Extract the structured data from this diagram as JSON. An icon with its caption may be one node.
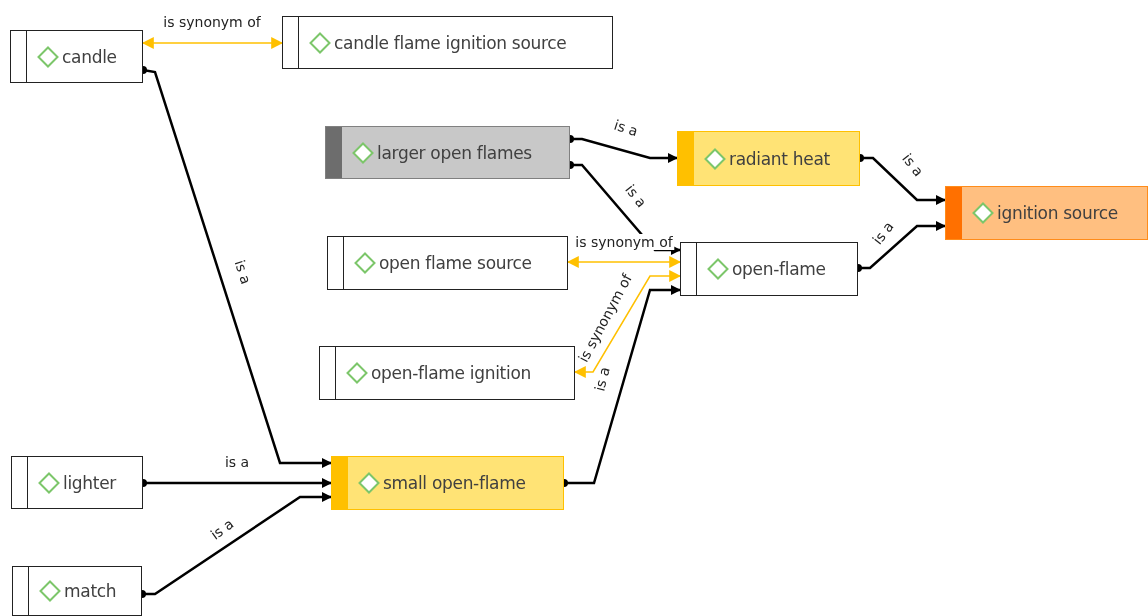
{
  "diagram": {
    "nodes": [
      {
        "text": [
          "candle"
        ]
      },
      {
        "text": [
          "candle flame ignition source"
        ]
      },
      {
        "text": [
          "larger open flames"
        ]
      },
      {
        "text": [
          "radiant heat"
        ]
      },
      {
        "text": [
          "ignition source"
        ]
      },
      {
        "text": [
          "open flame source"
        ]
      },
      {
        "text": [
          "open-flame"
        ]
      },
      {
        "text": [
          "open-flame ignition"
        ]
      },
      {
        "text": [
          "lighter"
        ]
      },
      {
        "text": [
          "small open-flame"
        ]
      },
      {
        "text": [
          "match"
        ]
      }
    ],
    "edges": [
      {
        "from": 0,
        "to": 9,
        "arrow": "to",
        "label": "is a"
      },
      {
        "from": 0,
        "to": 1,
        "arrow": "both",
        "label": "is synonym of",
        "color": "#ffc000"
      },
      {
        "from": 2,
        "to": 3,
        "arrow": "to",
        "label": "is a"
      },
      {
        "from": 2,
        "to": 6,
        "arrow": "to",
        "label": "is a"
      },
      {
        "from": 3,
        "to": 4,
        "arrow": "to",
        "label": "is a"
      },
      {
        "from": 6,
        "to": 4,
        "arrow": "to",
        "label": "is a"
      },
      {
        "from": 5,
        "to": 6,
        "arrow": "both",
        "label": "is synonym of",
        "color": "#ffc000"
      },
      {
        "from": 7,
        "to": 6,
        "arrow": "both",
        "label": "is synonym of",
        "color": "#ffc000"
      },
      {
        "from": 8,
        "to": 9,
        "arrow": "to",
        "label": "is a"
      },
      {
        "from": 10,
        "to": 9,
        "arrow": "to",
        "label": "is a"
      },
      {
        "from": 9,
        "to": 6,
        "arrow": "to",
        "label": "is a"
      }
    ]
  }
}
